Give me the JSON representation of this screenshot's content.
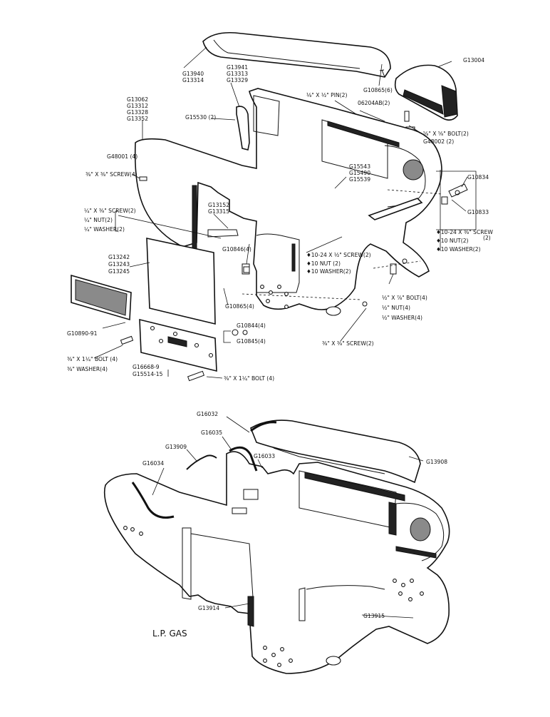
{
  "labels": {
    "g13004": "G13004",
    "g13940": "G13940",
    "g13314": "G13314",
    "g13941": "G13941",
    "g13313": "G13313",
    "g13329": "G13329",
    "g10865_6": "G10865(6)",
    "pin": "⅛\" X ½\" PIN(2)",
    "g06204ab": "06204AB(2)",
    "g15530": "G15530 (2)",
    "g13062": "G13062",
    "g13312": "G13312",
    "g13328": "G13328",
    "g13352": "G13352",
    "bolt_top": "⅝\" X ⅝\" BOLT(2)",
    "g48002": "G48002 (2)",
    "g48001": "G48001 (4)",
    "screw4": "⅜\" X ⅜\" SCREW(4)",
    "g15543": "G15543",
    "g15490": "G15490",
    "g15539": "G15539",
    "g10834": "G10834",
    "g10833": "G10833",
    "screw2_left": "¼\" X ⅜\" SCREW(2)",
    "nut2_left": "¼\" NUT(2)",
    "washer2_left": "¼\" WASHER(2)",
    "g13152": "G13152",
    "g13315": "G13315",
    "r_screw": "♦10-24 X ⅜\" SCREW",
    "r_screw_qty": "(2)",
    "r_nut": "♦10 NUT(2)",
    "r_washer": "♦10 WASHER(2)",
    "g10846": "G10846(4)",
    "g13242": "G13242",
    "g13243": "G13243",
    "g13245": "G13245",
    "c_screw": "♦10-24 X ½\" SCREW(2)",
    "c_nut": "♦10 NUT (2)",
    "c_washer": "♦10 WASHER(2)",
    "bolt4": "½\" X ⅞\" BOLT(4)",
    "nut4": "½\" NUT(4)",
    "washer4": "½\" WASHER(4)",
    "g10865_4": "G10865(4)",
    "g10890": "G10890-91",
    "g10844": "G10844(4)",
    "g10845": "G10845(4)",
    "screw2_right": "⅜\" X ⅜\" SCREW(2)",
    "bolt_left": "⅜\" X 1¼\" BOLT (4)",
    "washer_left": "⅜\" WASHER(4)",
    "g16668": "G16668-9",
    "g15514": "G15514-15",
    "bolt_bottom": "⅜\" X 1¼\" BOLT (4)",
    "g16032": "G16032",
    "g16035": "G16035",
    "g13909": "G13909",
    "g16033": "G16033",
    "g13908": "G13908",
    "g16034": "G16034",
    "g13914": "G13914",
    "g13915": "G13915",
    "lp_gas": "L.P. GAS"
  }
}
